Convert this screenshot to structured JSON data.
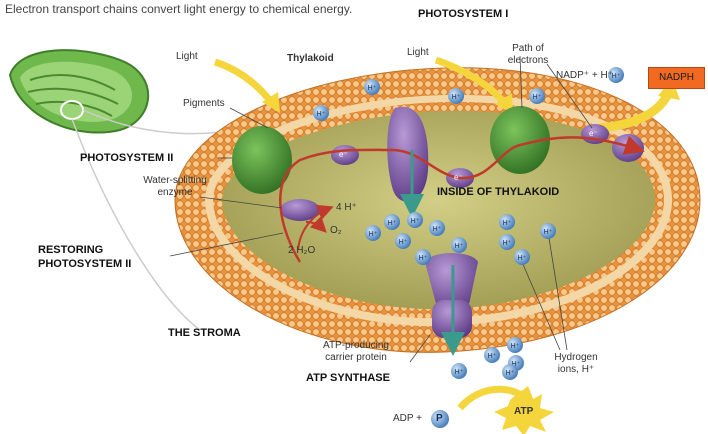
{
  "title": "Electron transport chains convert light energy to chemical energy.",
  "labels": {
    "light_left": "Light",
    "thylakoid": "Thylakoid",
    "light_right": "Light",
    "path_of_electrons": "Path of electrons",
    "pigments": "Pigments",
    "water_splitting_enzyme": "Water-splitting enzyme",
    "nadp_eq": "NADP⁺ + H⁺",
    "nadph": "NADPH",
    "four_h": "4 H⁺",
    "o2": "O₂",
    "two_h2o": "2 H₂O",
    "atp_producing": "ATP-producing carrier protein",
    "hydrogen_ions": "Hydrogen ions, H⁺",
    "adp_plus": "ADP +",
    "p": "P",
    "atp": "ATP",
    "electron": "e⁻",
    "h_ion": "H⁺"
  },
  "annotations": {
    "photosystem_i": "PHOTOSYSTEM I",
    "photosystem_ii": "PHOTOSYSTEM II",
    "inside_thylakoid": "INSIDE OF THYLAKOID",
    "restoring": "RESTORING PHOTOSYSTEM II",
    "the_stroma": "THE STROMA",
    "atp_synthase": "ATP SYNTHASE"
  },
  "colors": {
    "membrane": "#f0a650",
    "interior": "#b7b468",
    "photosystem": "#4f9a3a",
    "protein": "#8a5bb0",
    "h_ion": "#5b8fc9",
    "electron_path": "#c0392b",
    "light_arrow": "#f4d63c",
    "nadph_box": "#f26a21"
  }
}
